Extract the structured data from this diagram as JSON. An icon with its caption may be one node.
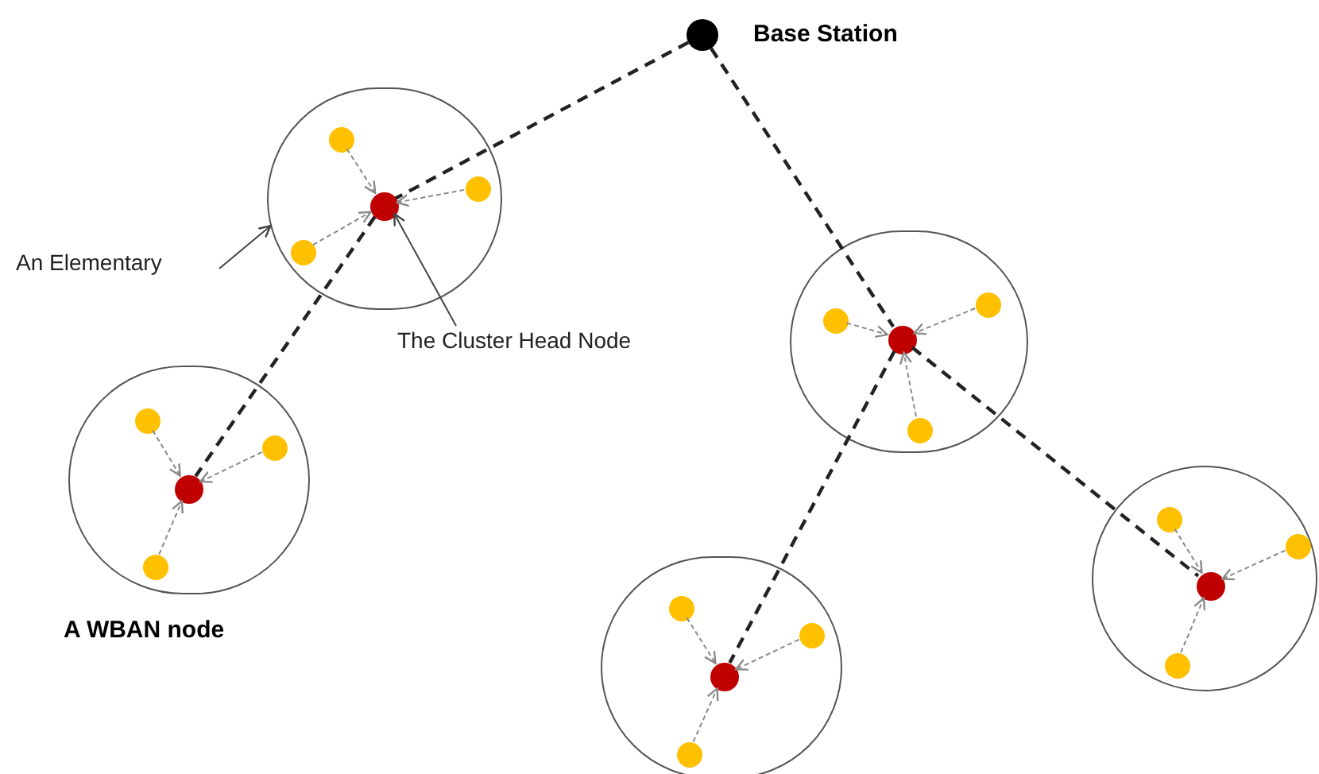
{
  "diagram": {
    "nodes": [
      {
        "text": [],
        "shape": "circle",
        "beside": [
          "Base Station"
        ]
      },
      {
        "text": [],
        "shape": "circle"
      },
      {
        "text": [],
        "shape": "circle",
        "in": 1
      },
      {
        "text": [],
        "shape": "circle",
        "in": 1
      },
      {
        "text": [],
        "shape": "circle",
        "in": 1
      },
      {
        "text": [],
        "shape": "circle",
        "in": 1
      },
      {
        "text": [
          "An Elementary"
        ]
      },
      {
        "text": [
          "The Cluster Head Node"
        ]
      },
      {
        "text": [],
        "shape": "circle"
      },
      {
        "text": [],
        "shape": "circle",
        "in": 8
      },
      {
        "text": [],
        "shape": "circle",
        "in": 8
      },
      {
        "text": [],
        "shape": "circle",
        "in": 8
      },
      {
        "text": [],
        "shape": "circle",
        "in": 8
      },
      {
        "text": [],
        "shape": "circle",
        "beside": [
          "A WBAN node"
        ]
      },
      {
        "text": [],
        "shape": "circle",
        "in": 13
      },
      {
        "text": [],
        "shape": "circle",
        "in": 13
      },
      {
        "text": [],
        "shape": "circle",
        "in": 13
      },
      {
        "text": [],
        "shape": "circle",
        "in": 13
      },
      {
        "text": [],
        "shape": "circle"
      },
      {
        "text": [],
        "shape": "circle",
        "in": 18
      },
      {
        "text": [],
        "shape": "circle",
        "in": 18
      },
      {
        "text": [],
        "shape": "circle",
        "in": 18
      },
      {
        "text": [],
        "shape": "circle",
        "in": 18
      },
      {
        "text": [],
        "shape": "circle"
      },
      {
        "text": [],
        "shape": "circle",
        "in": 23
      },
      {
        "text": [],
        "shape": "circle",
        "in": 23
      },
      {
        "text": [],
        "shape": "circle",
        "in": 23
      },
      {
        "text": [],
        "shape": "circle",
        "in": 23
      }
    ],
    "edges": [
      {
        "from": 0,
        "to": 2,
        "arrow": "none",
        "style": "dashed",
        "color": "#222222"
      },
      {
        "from": 0,
        "to": 9,
        "arrow": "none",
        "style": "dashed",
        "color": "#222222"
      },
      {
        "from": 2,
        "to": 14,
        "arrow": "none",
        "style": "dashed",
        "color": "#222222"
      },
      {
        "from": 9,
        "to": 24,
        "arrow": "none",
        "style": "dashed",
        "color": "#222222"
      },
      {
        "from": 9,
        "to": 19,
        "arrow": "none",
        "style": "dashed",
        "color": "#222222"
      },
      {
        "from": 6,
        "to": 1,
        "arrow": "to",
        "color": "#444444"
      },
      {
        "from": 7,
        "to": 2,
        "arrow": "to",
        "color": "#444444"
      },
      {
        "from": 3,
        "to": 2,
        "arrow": "to",
        "style": "dashed"
      },
      {
        "from": 4,
        "to": 2,
        "arrow": "to",
        "style": "dashed"
      },
      {
        "from": 5,
        "to": 2,
        "arrow": "to",
        "style": "dashed"
      },
      {
        "from": 10,
        "to": 9,
        "arrow": "to",
        "style": "dashed"
      },
      {
        "from": 11,
        "to": 9,
        "arrow": "to",
        "style": "dashed"
      },
      {
        "from": 12,
        "to": 9,
        "arrow": "to",
        "style": "dashed"
      },
      {
        "from": 15,
        "to": 14,
        "arrow": "to",
        "style": "dashed"
      },
      {
        "from": 16,
        "to": 14,
        "arrow": "to",
        "style": "dashed"
      },
      {
        "from": 17,
        "to": 14,
        "arrow": "to",
        "style": "dashed"
      },
      {
        "from": 20,
        "to": 19,
        "arrow": "to",
        "style": "dashed"
      },
      {
        "from": 21,
        "to": 19,
        "arrow": "to",
        "style": "dashed"
      },
      {
        "from": 22,
        "to": 19,
        "arrow": "to",
        "style": "dashed"
      },
      {
        "from": 25,
        "to": 24,
        "arrow": "to",
        "style": "dashed"
      },
      {
        "from": 26,
        "to": 24,
        "arrow": "to",
        "style": "dashed"
      },
      {
        "from": 27,
        "to": 24,
        "arrow": "to",
        "style": "dashed"
      }
    ]
  }
}
